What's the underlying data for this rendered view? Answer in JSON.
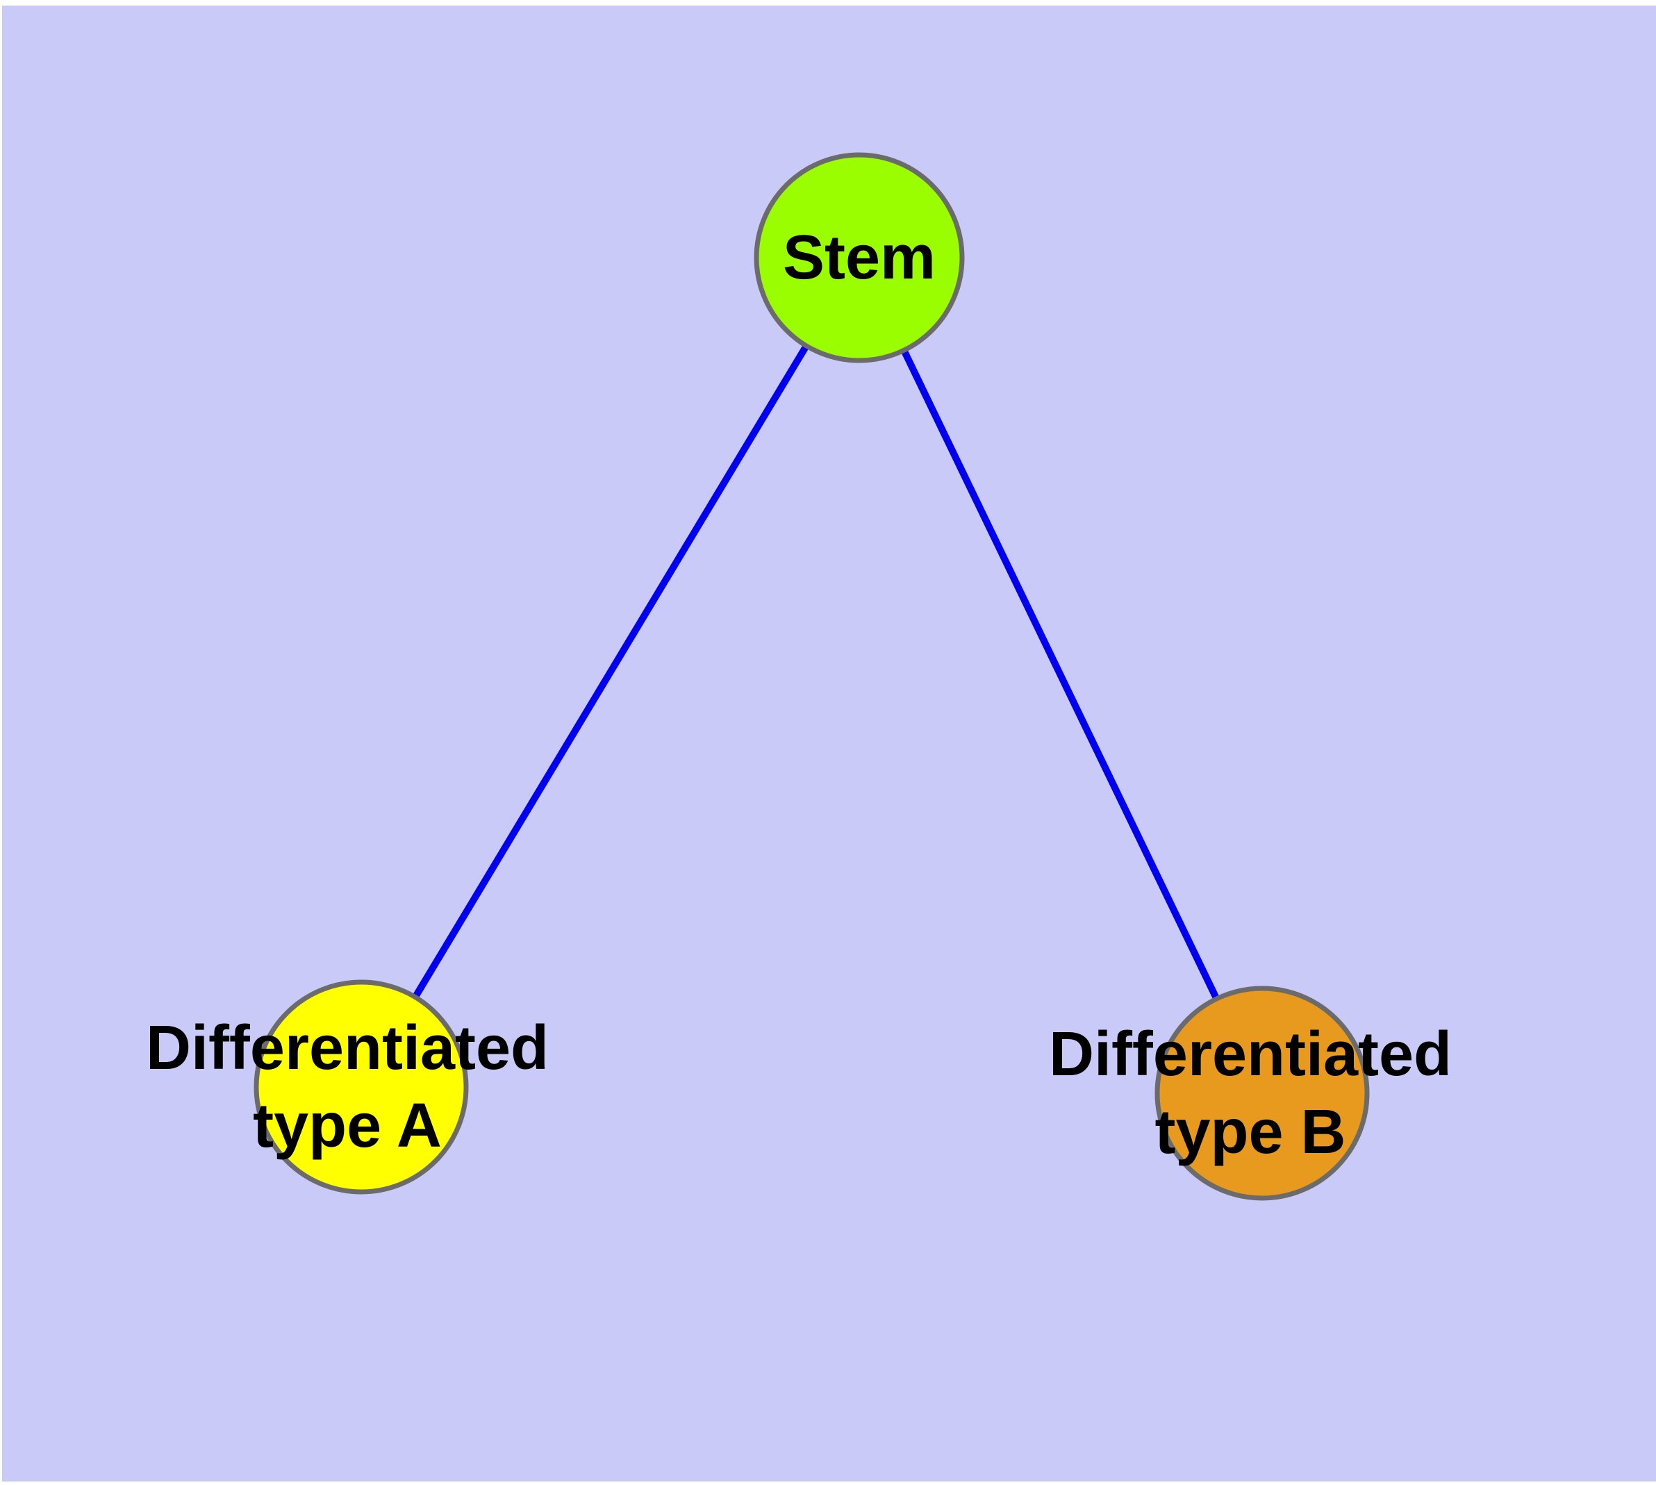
{
  "diagram": {
    "title": "",
    "page_margin_color": "#ffffff",
    "panel_color": "#cacaf8",
    "edge_color": "#0000ee",
    "node_border_color": "#6b6b6b",
    "text_color": "#000000",
    "nodes": [
      {
        "id": "stem",
        "label": "Stem",
        "fill": "#9afe00"
      },
      {
        "id": "type-a",
        "label_line1": "Differentiated",
        "label_line2": "type A",
        "fill": "#ffff00"
      },
      {
        "id": "type-b",
        "label_line1": "Differentiated",
        "label_line2": "type B",
        "fill": "#e79a1d"
      }
    ],
    "edges": [
      {
        "from": "stem",
        "to": "type-a"
      },
      {
        "from": "stem",
        "to": "type-b"
      }
    ]
  }
}
